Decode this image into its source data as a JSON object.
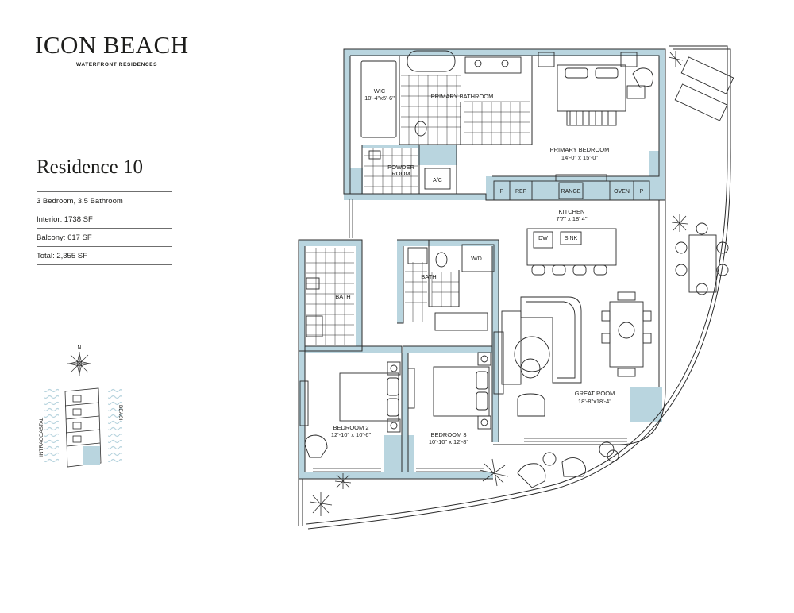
{
  "brand": {
    "name": "ICON BEACH",
    "tagline": "WATERFRONT RESIDENCES"
  },
  "residence": {
    "title": "Residence 10",
    "specs": [
      "3 Bedroom, 3.5 Bathroom",
      "Interior: 1738 SF",
      "Balcony: 617 SF",
      "Total: 2,355 SF"
    ]
  },
  "keyplan": {
    "north": "N",
    "left_label": "INTRACOASTAL",
    "right_label": "BEACH"
  },
  "rooms": {
    "wic": {
      "name": "WIC",
      "dims": "10'-4\"x5'-6\""
    },
    "primary_bath": {
      "name": "PRIMARY BATHROOM"
    },
    "primary_bed": {
      "name": "PRIMARY BEDROOM",
      "dims": "14'-0\" x 15'-0\""
    },
    "powder": {
      "name1": "POWDER",
      "name2": "ROOM"
    },
    "ac": {
      "name": "A/C"
    },
    "kitchen": {
      "name": "KITCHEN",
      "dims": "7'7\" x 18' 4\""
    },
    "bath_left": {
      "name": "BATH"
    },
    "bath_center": {
      "name": "BATH"
    },
    "wd": {
      "name": "W/D"
    },
    "great_room": {
      "name": "GREAT ROOM",
      "dims": "18'-8\"x18'-4\""
    },
    "bed2": {
      "name": "BEDROOM 2",
      "dims": "12'-10\" x 10'-6\""
    },
    "bed3": {
      "name": "BEDROOM 3",
      "dims": "10'-10\" x 12'-8\""
    }
  },
  "appliances": {
    "p1": "P",
    "ref": "REF",
    "range": "RANGE",
    "oven": "OVEN",
    "p2": "P",
    "dw": "DW",
    "sink": "SINK"
  },
  "colors": {
    "wall": "#b9d5df",
    "line": "#2b2b2b",
    "text": "#1d1d1b"
  }
}
